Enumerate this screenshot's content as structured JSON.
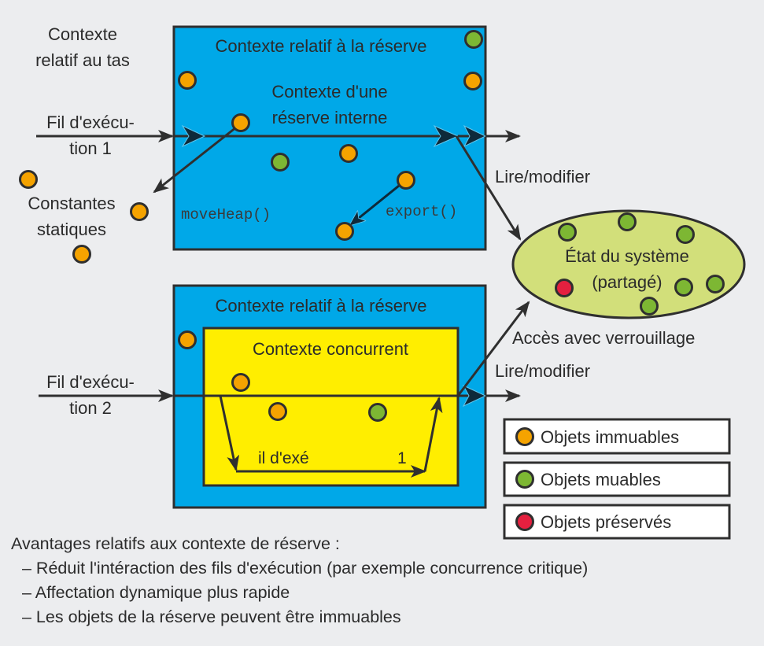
{
  "colors": {
    "background": "#ecedef",
    "reserve_context": "#00a8e8",
    "concurrent_context": "#ffee00",
    "shared_state": "#d2df7a",
    "immutable": "#f5a300",
    "mutable": "#7db733",
    "preserved": "#e4203f",
    "stroke": "#2f2f2f"
  },
  "labels": {
    "heap_context": [
      "Contexte",
      "relatif au tas"
    ],
    "thread1": [
      "Fil d'exécu-",
      "tion 1"
    ],
    "thread2": [
      "Fil d'exécu-",
      "tion 2"
    ],
    "static_constants": [
      "Constantes",
      "statiques"
    ],
    "reserve_context_top": "Contexte relatif à la réserve",
    "inner_reserve": [
      "Contexte d'une",
      "réserve interne"
    ],
    "move_heap": "moveHeap()",
    "export": "export()",
    "read_modify_top": "Lire/modifier",
    "shared_state": [
      "État du système",
      "(partagé)"
    ],
    "reserve_context_bottom": "Contexte relatif à la réserve",
    "concurrent_context": "Contexte concurrent",
    "locked_access": "Accès avec verrouillage",
    "read_modify_bottom": "Lire/modifier",
    "inner_thread_fragment_left": "il d'exé",
    "inner_thread_fragment_right": "1"
  },
  "legend": [
    {
      "kind": "immutable",
      "label": "Objets immuables"
    },
    {
      "kind": "mutable",
      "label": "Objets muables"
    },
    {
      "kind": "preserved",
      "label": "Objets préservés"
    }
  ],
  "advantages": {
    "title": "Avantages relatifs aux contexte de réserve :",
    "items": [
      "– Réduit l'intéraction des fils d'exécution (par exemple concurrence critique)",
      "– Affectation dynamique plus rapide",
      "– Les objets de la réserve peuvent être immuables"
    ]
  }
}
